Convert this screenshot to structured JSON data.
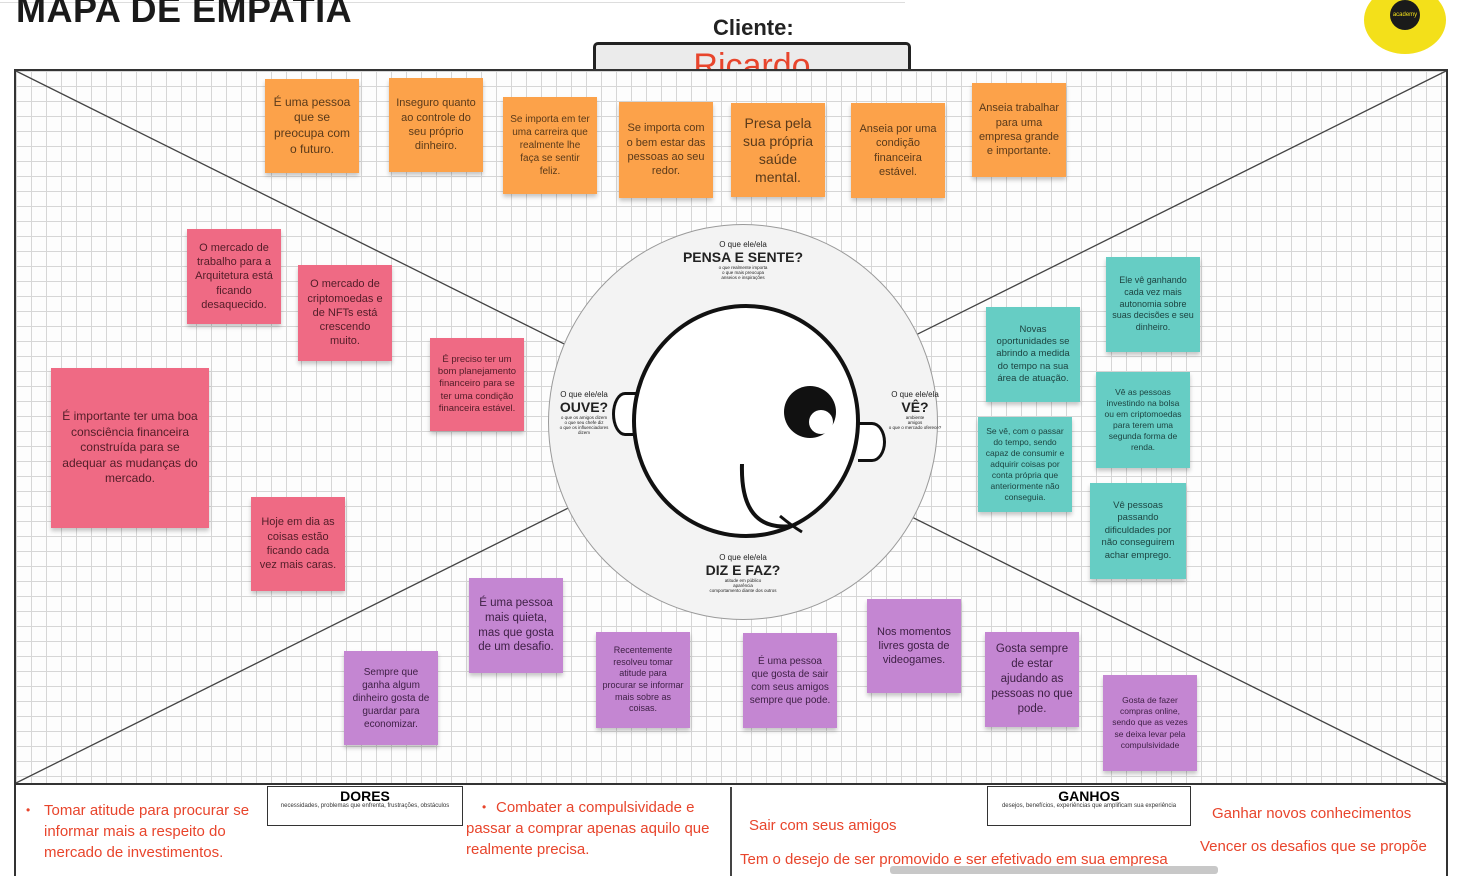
{
  "title": "MAPA DE EMPATIA",
  "client": {
    "label": "Cliente:",
    "name": "Ricardo"
  },
  "logo": {
    "text": "academy"
  },
  "sections": {
    "thinks": {
      "small": "O que ele/ela",
      "big": "PENSA E SENTE?",
      "desc": [
        "o que realmente importa",
        "o que mais preocupa",
        "anseios e inspirações"
      ]
    },
    "hears": {
      "small": "O que ele/ela",
      "big": "OUVE?",
      "desc": [
        "o que os amigos dizem",
        "o que seu chefe diz",
        "o que os influenciadores dizem"
      ]
    },
    "sees": {
      "small": "O que ele/ela",
      "big": "VÊ?",
      "desc": [
        "ambiente",
        "amigos",
        "o que o mercado oferece?"
      ]
    },
    "says": {
      "small": "O que ele/ela",
      "big": "DIZ E FAZ?",
      "desc": [
        "atitude em público",
        "aparência",
        "comportamento diante dos outros"
      ]
    }
  },
  "notes_thinks": [
    "É uma pessoa que se preocupa com o futuro.",
    "Inseguro quanto ao controle do seu próprio dinheiro.",
    "Se importa em ter uma carreira que realmente lhe faça se sentir feliz.",
    "Se importa com o bem estar das pessoas ao seu redor.",
    "Presa pela sua própria saúde mental.",
    "Anseia por uma condição financeira estável.",
    "Anseia trabalhar para uma empresa grande e importante."
  ],
  "notes_hears": [
    "O mercado de trabalho para a Arquitetura está ficando desaquecido.",
    "O mercado de criptomoedas e de NFTs está crescendo muito.",
    "É preciso ter um bom planejamento financeiro para se ter uma condição financeira estável.",
    "É importante ter uma boa consciência financeira construída para se adequar as mudanças do mercado.",
    "Hoje em dia as coisas estão ficando cada vez mais caras."
  ],
  "notes_sees": [
    "Ele vê ganhando cada vez mais autonomia sobre suas decisões e seu dinheiro.",
    "Novas oportunidades se abrindo a medida do tempo na sua área de atuação.",
    "Vê as pessoas investindo na bolsa ou em criptomoedas para terem uma segunda forma de renda.",
    "Se vê, com o passar do tempo, sendo capaz de consumir e adquirir coisas por conta própria que anteriormente não conseguia.",
    "Vê pessoas passando dificuldades por não conseguirem achar emprego."
  ],
  "notes_says": [
    "É uma pessoa mais quieta, mas que gosta de um desafio.",
    "Sempre que ganha algum dinheiro gosta de guardar para economizar.",
    "Recentemente resolveu tomar atitude para procurar se informar mais sobre as coisas.",
    "É uma pessoa que gosta de sair com seus amigos sempre que pode.",
    "Nos momentos livres gosta de videogames.",
    "Gosta sempre de estar ajudando as pessoas no que pode.",
    "Gosta de fazer compras online, sendo que as vezes se deixa levar pela compulsividade"
  ],
  "pains": {
    "title": "DORES",
    "subtitle": "necessidades, problemas que enfrenta, frustrações, obstáculos",
    "item1": "Tomar atitude para procurar se informar mais a respeito do mercado de investimentos.",
    "item2": "Combater a compulsividade e passar a comprar apenas aquilo que realmente precisa."
  },
  "gains": {
    "title": "GANHOS",
    "subtitle": "desejos, benefícios, experiências que amplificam sua experiência",
    "item1": "Sair com seus amigos",
    "item2": "Tem o desejo de ser promovido e ser efetivado em sua empresa",
    "item3": "Ganhar novos conhecimentos",
    "item4": "Vencer os desafios que se propõe"
  },
  "colors": {
    "orange": "#fca24a",
    "pink": "#ef6a84",
    "teal": "#66cdc4",
    "purple": "#c486d2",
    "accent_red": "#e8452c",
    "logo_yellow": "#f3e01a"
  }
}
